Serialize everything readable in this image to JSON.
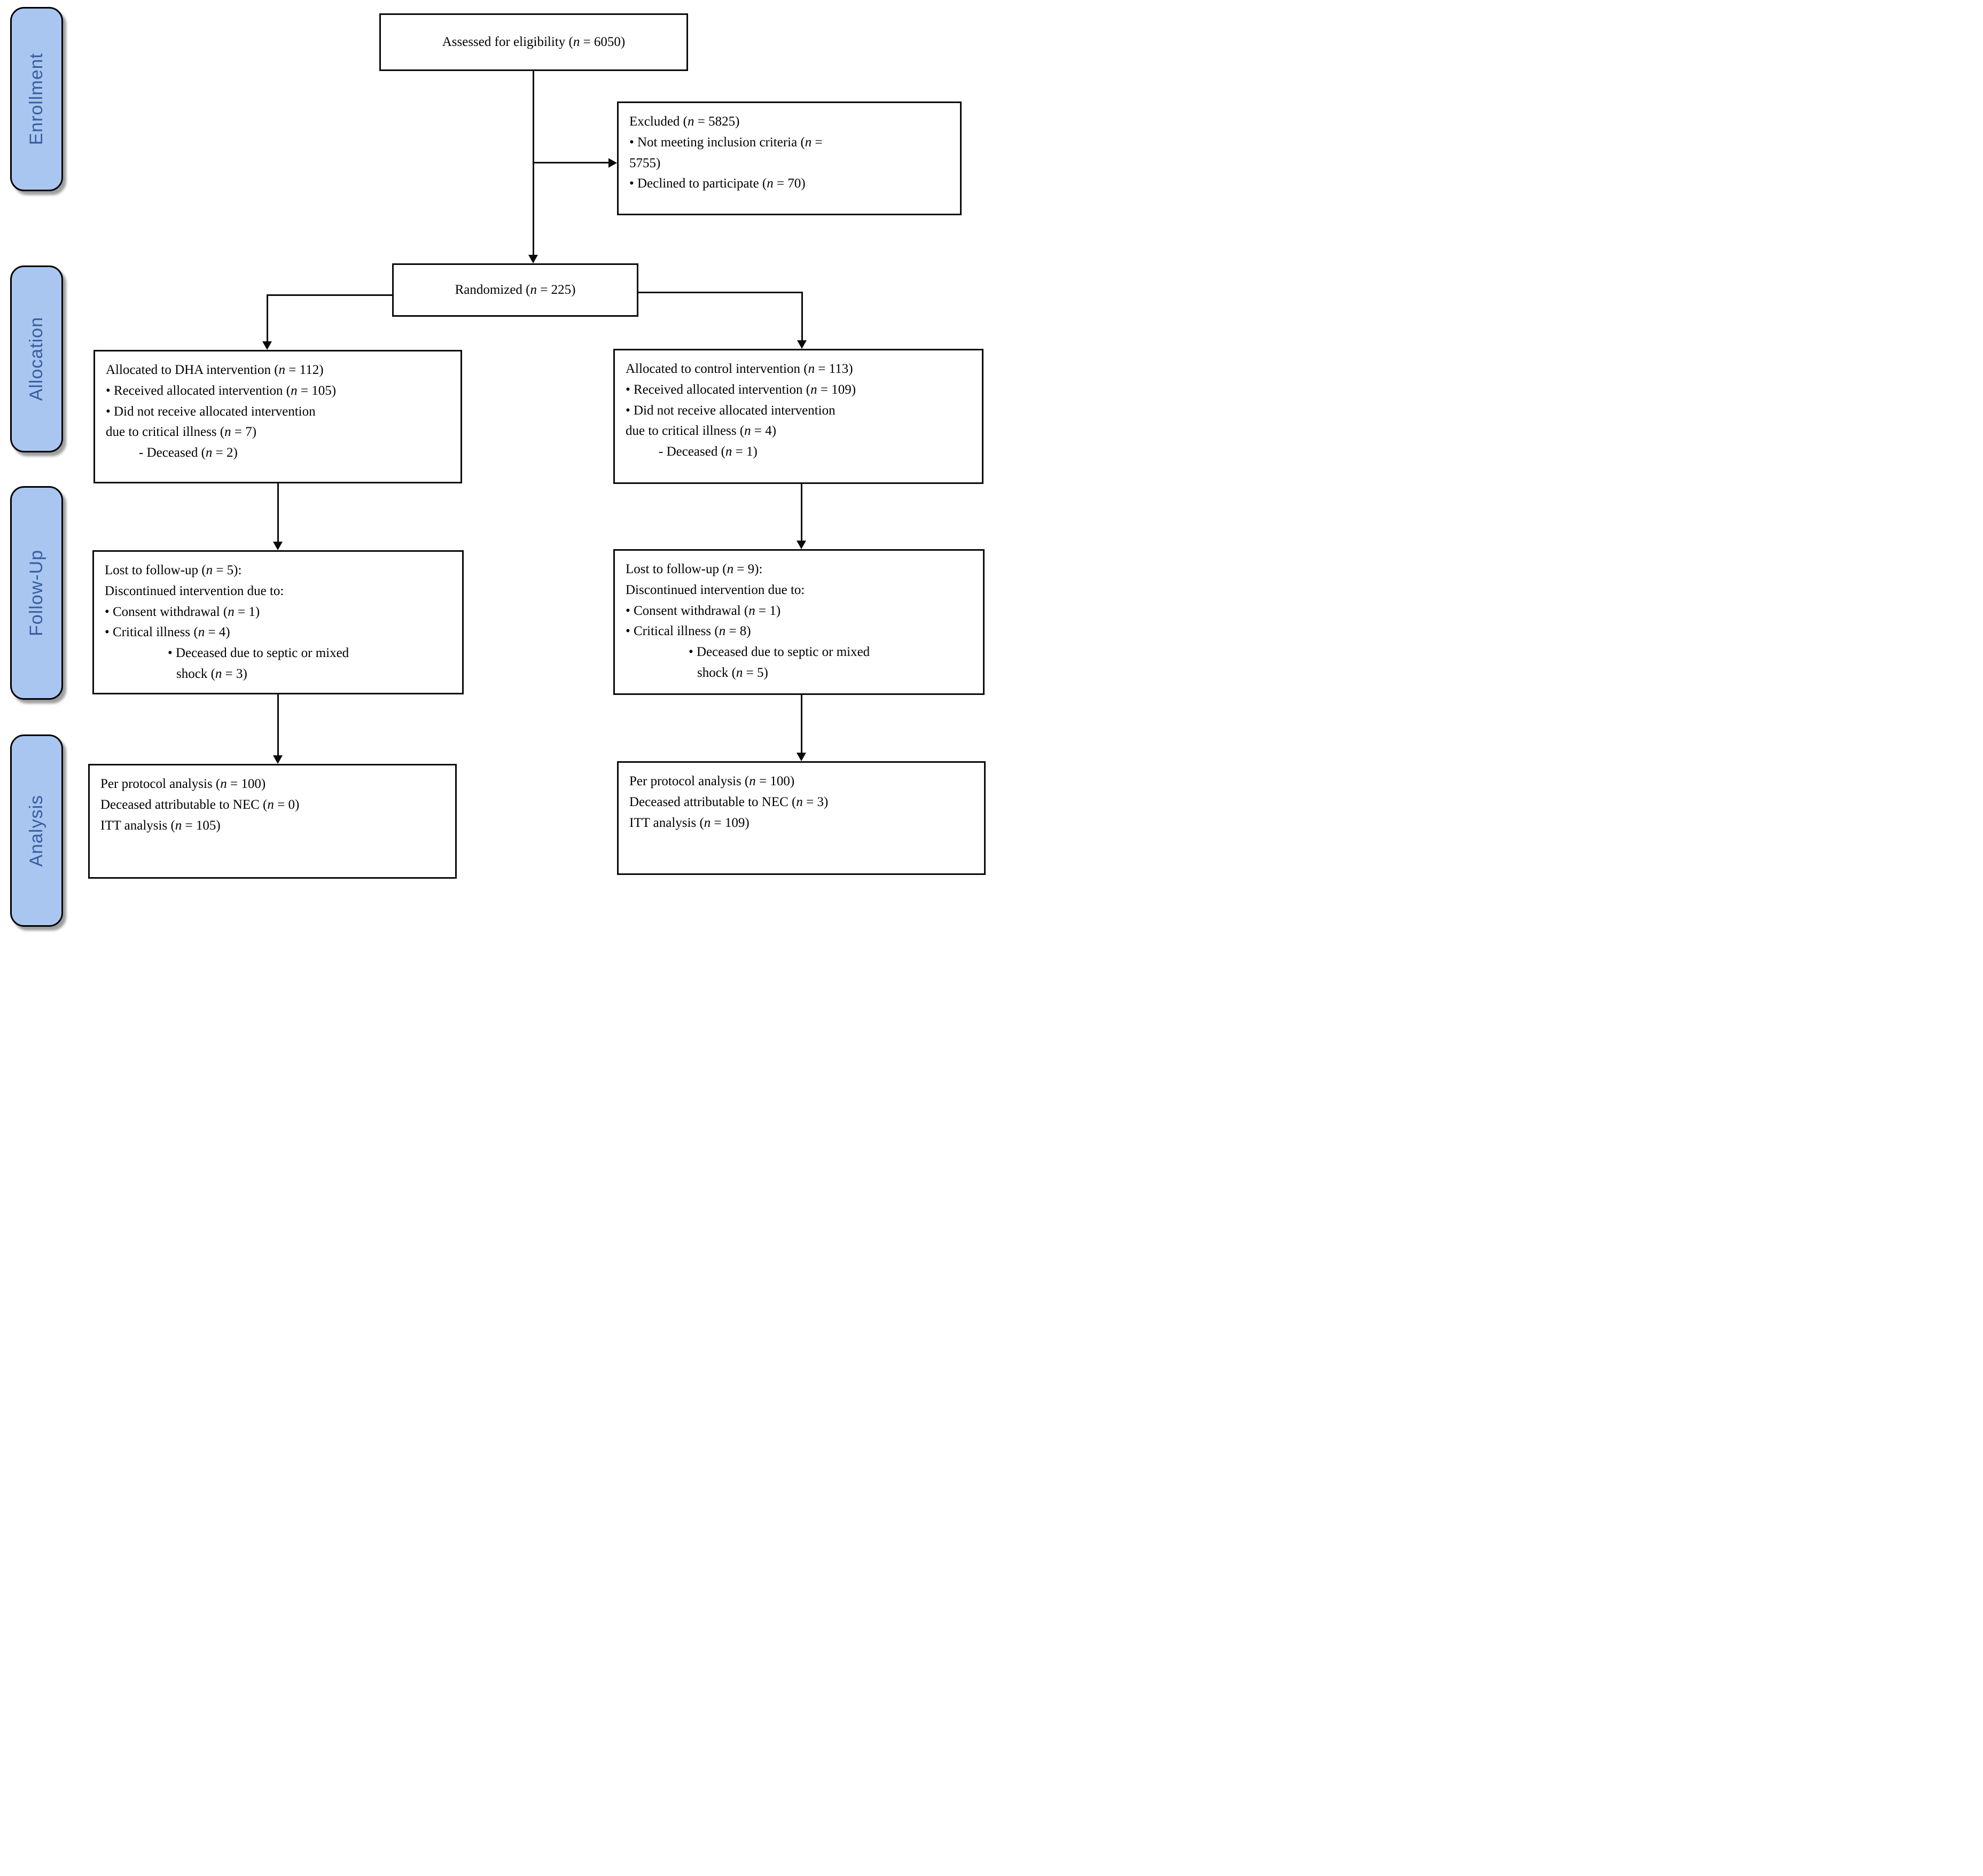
{
  "stage_labels": {
    "enrollment": "Enrollment",
    "allocation": "Allocation",
    "followup": "Follow-Up",
    "analysis": "Analysis"
  },
  "boxes": {
    "assessed": {
      "text": "Assessed for eligibility (n = 6050)"
    },
    "excluded": {
      "lines": [
        "Excluded (n = 5825)",
        "• Not meeting inclusion criteria (n =",
        "5755)",
        "• Declined to participate (n = 70)"
      ]
    },
    "randomized": {
      "text": "Randomized (n = 225)"
    },
    "alloc_left": {
      "lines": [
        "Allocated to DHA intervention (n = 112)",
        "• Received allocated intervention (n = 105)",
        "• Did not receive allocated intervention",
        "due to critical illness (n = 7)",
        "- Deceased (n = 2)"
      ]
    },
    "alloc_right": {
      "lines": [
        "Allocated to control intervention (n = 113)",
        "• Received allocated intervention (n = 109)",
        "• Did not receive allocated intervention",
        "due to critical illness (n = 4)",
        "- Deceased (n = 1)"
      ]
    },
    "followup_left": {
      "lines": [
        "Lost to follow-up (n = 5):",
        "Discontinued intervention due to:",
        "• Consent withdrawal (n = 1)",
        "• Critical illness (n = 4)",
        "• Deceased due to septic or mixed",
        "shock (n = 3)"
      ]
    },
    "followup_right": {
      "lines": [
        "Lost to follow-up (n = 9):",
        "Discontinued intervention due to:",
        "• Consent withdrawal (n = 1)",
        "• Critical illness (n = 8)",
        "• Deceased due to septic or mixed",
        "shock (n = 5)"
      ]
    },
    "analysis_left": {
      "lines": [
        "Per protocol analysis (n = 100)",
        "Deceased attributable to NEC (n = 0)",
        "ITT analysis (n = 105)"
      ]
    },
    "analysis_right": {
      "lines": [
        "Per protocol analysis (n = 100)",
        "Deceased attributable to NEC (n = 3)",
        "ITT analysis (n = 109)"
      ]
    }
  },
  "colors": {
    "stage_fill": "#a9c6f0",
    "stage_text": "#3a5da0",
    "line": "#0a0a0a"
  }
}
